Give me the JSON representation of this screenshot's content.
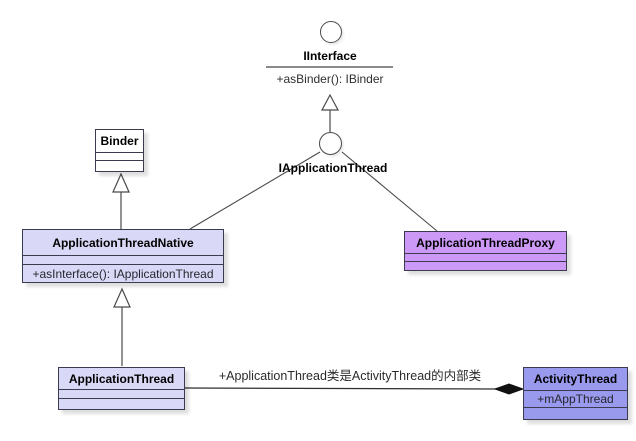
{
  "nodes": {
    "iinterface": {
      "name": "IInterface",
      "operation": "+asBinder(): IBinder"
    },
    "iapplication_thread": {
      "name": "IApplicationThread"
    },
    "binder": {
      "name": "Binder"
    },
    "application_thread_native": {
      "name": "ApplicationThreadNative",
      "method": "+asInterface(): IApplicationThread"
    },
    "application_thread_proxy": {
      "name": "ApplicationThreadProxy"
    },
    "application_thread": {
      "name": "ApplicationThread"
    },
    "activity_thread": {
      "name": "ActivityThread",
      "attribute": "+mAppThread"
    }
  },
  "relations": {
    "composition_label": "+ApplicationThread类是ActivityThread的内部类"
  },
  "colors": {
    "class_fill_white": "#ffffff",
    "class_fill_lavender": "#d9d9f7",
    "class_fill_purple": "#cc99f7",
    "class_fill_blue": "#9999ed",
    "border": "#3b3b4f",
    "connector": "#4a4a4a"
  }
}
